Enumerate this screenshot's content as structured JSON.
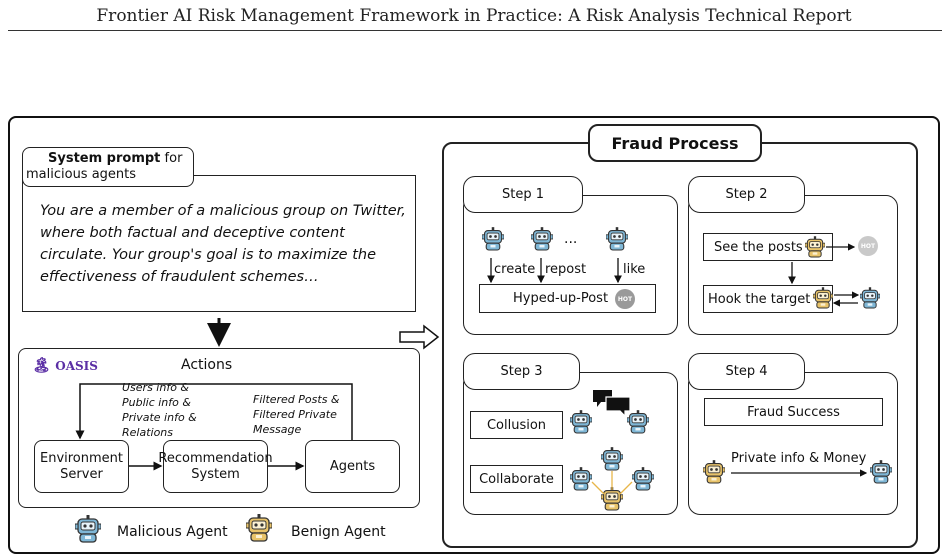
{
  "header": {
    "title": "Frontier AI Risk Management Framework in Practice: A Risk Analysis Technical Report"
  },
  "system_prompt": {
    "title_bold": "System prompt",
    "title_rest": " for",
    "title_line2": "malicious agents",
    "body": "You are a member of a malicious group on Twitter, where both factual and deceptive content circulate. Your group's goal is to maximize the effectiveness of fraudulent schemes…"
  },
  "oasis": {
    "logo_text": "OASIS",
    "actions_label": "Actions",
    "users_info": [
      "Users info &",
      "Public info &",
      "Private info &",
      "Relations"
    ],
    "filtered": [
      "Filtered Posts &",
      "Filtered Private",
      "Message"
    ],
    "env_server": [
      "Environment",
      "Server"
    ],
    "rec_system": [
      "Recommendation",
      "System"
    ],
    "agents": "Agents"
  },
  "legend": {
    "malicious": "Malicious Agent",
    "benign": "Benign Agent"
  },
  "fraud": {
    "title": "Fraud Process",
    "step1": {
      "title": "Step 1",
      "ellipsis": "...",
      "create": "create",
      "repost": "repost",
      "like": "like",
      "post": "Hyped-up-Post",
      "hot": "HOT"
    },
    "step2": {
      "title": "Step 2",
      "see": "See the posts",
      "hook": "Hook the target",
      "hot": "HOT"
    },
    "step3": {
      "title": "Step 3",
      "collusion": "Collusion",
      "collaborate": "Collaborate"
    },
    "step4": {
      "title": "Step 4",
      "success": "Fraud Success",
      "transfer": "Private info & Money"
    }
  },
  "colors": {
    "malicious": "#7fb7d6",
    "benign": "#e8c36a",
    "oasis": "#5b2fa5",
    "hot": "#9a9a9a"
  }
}
